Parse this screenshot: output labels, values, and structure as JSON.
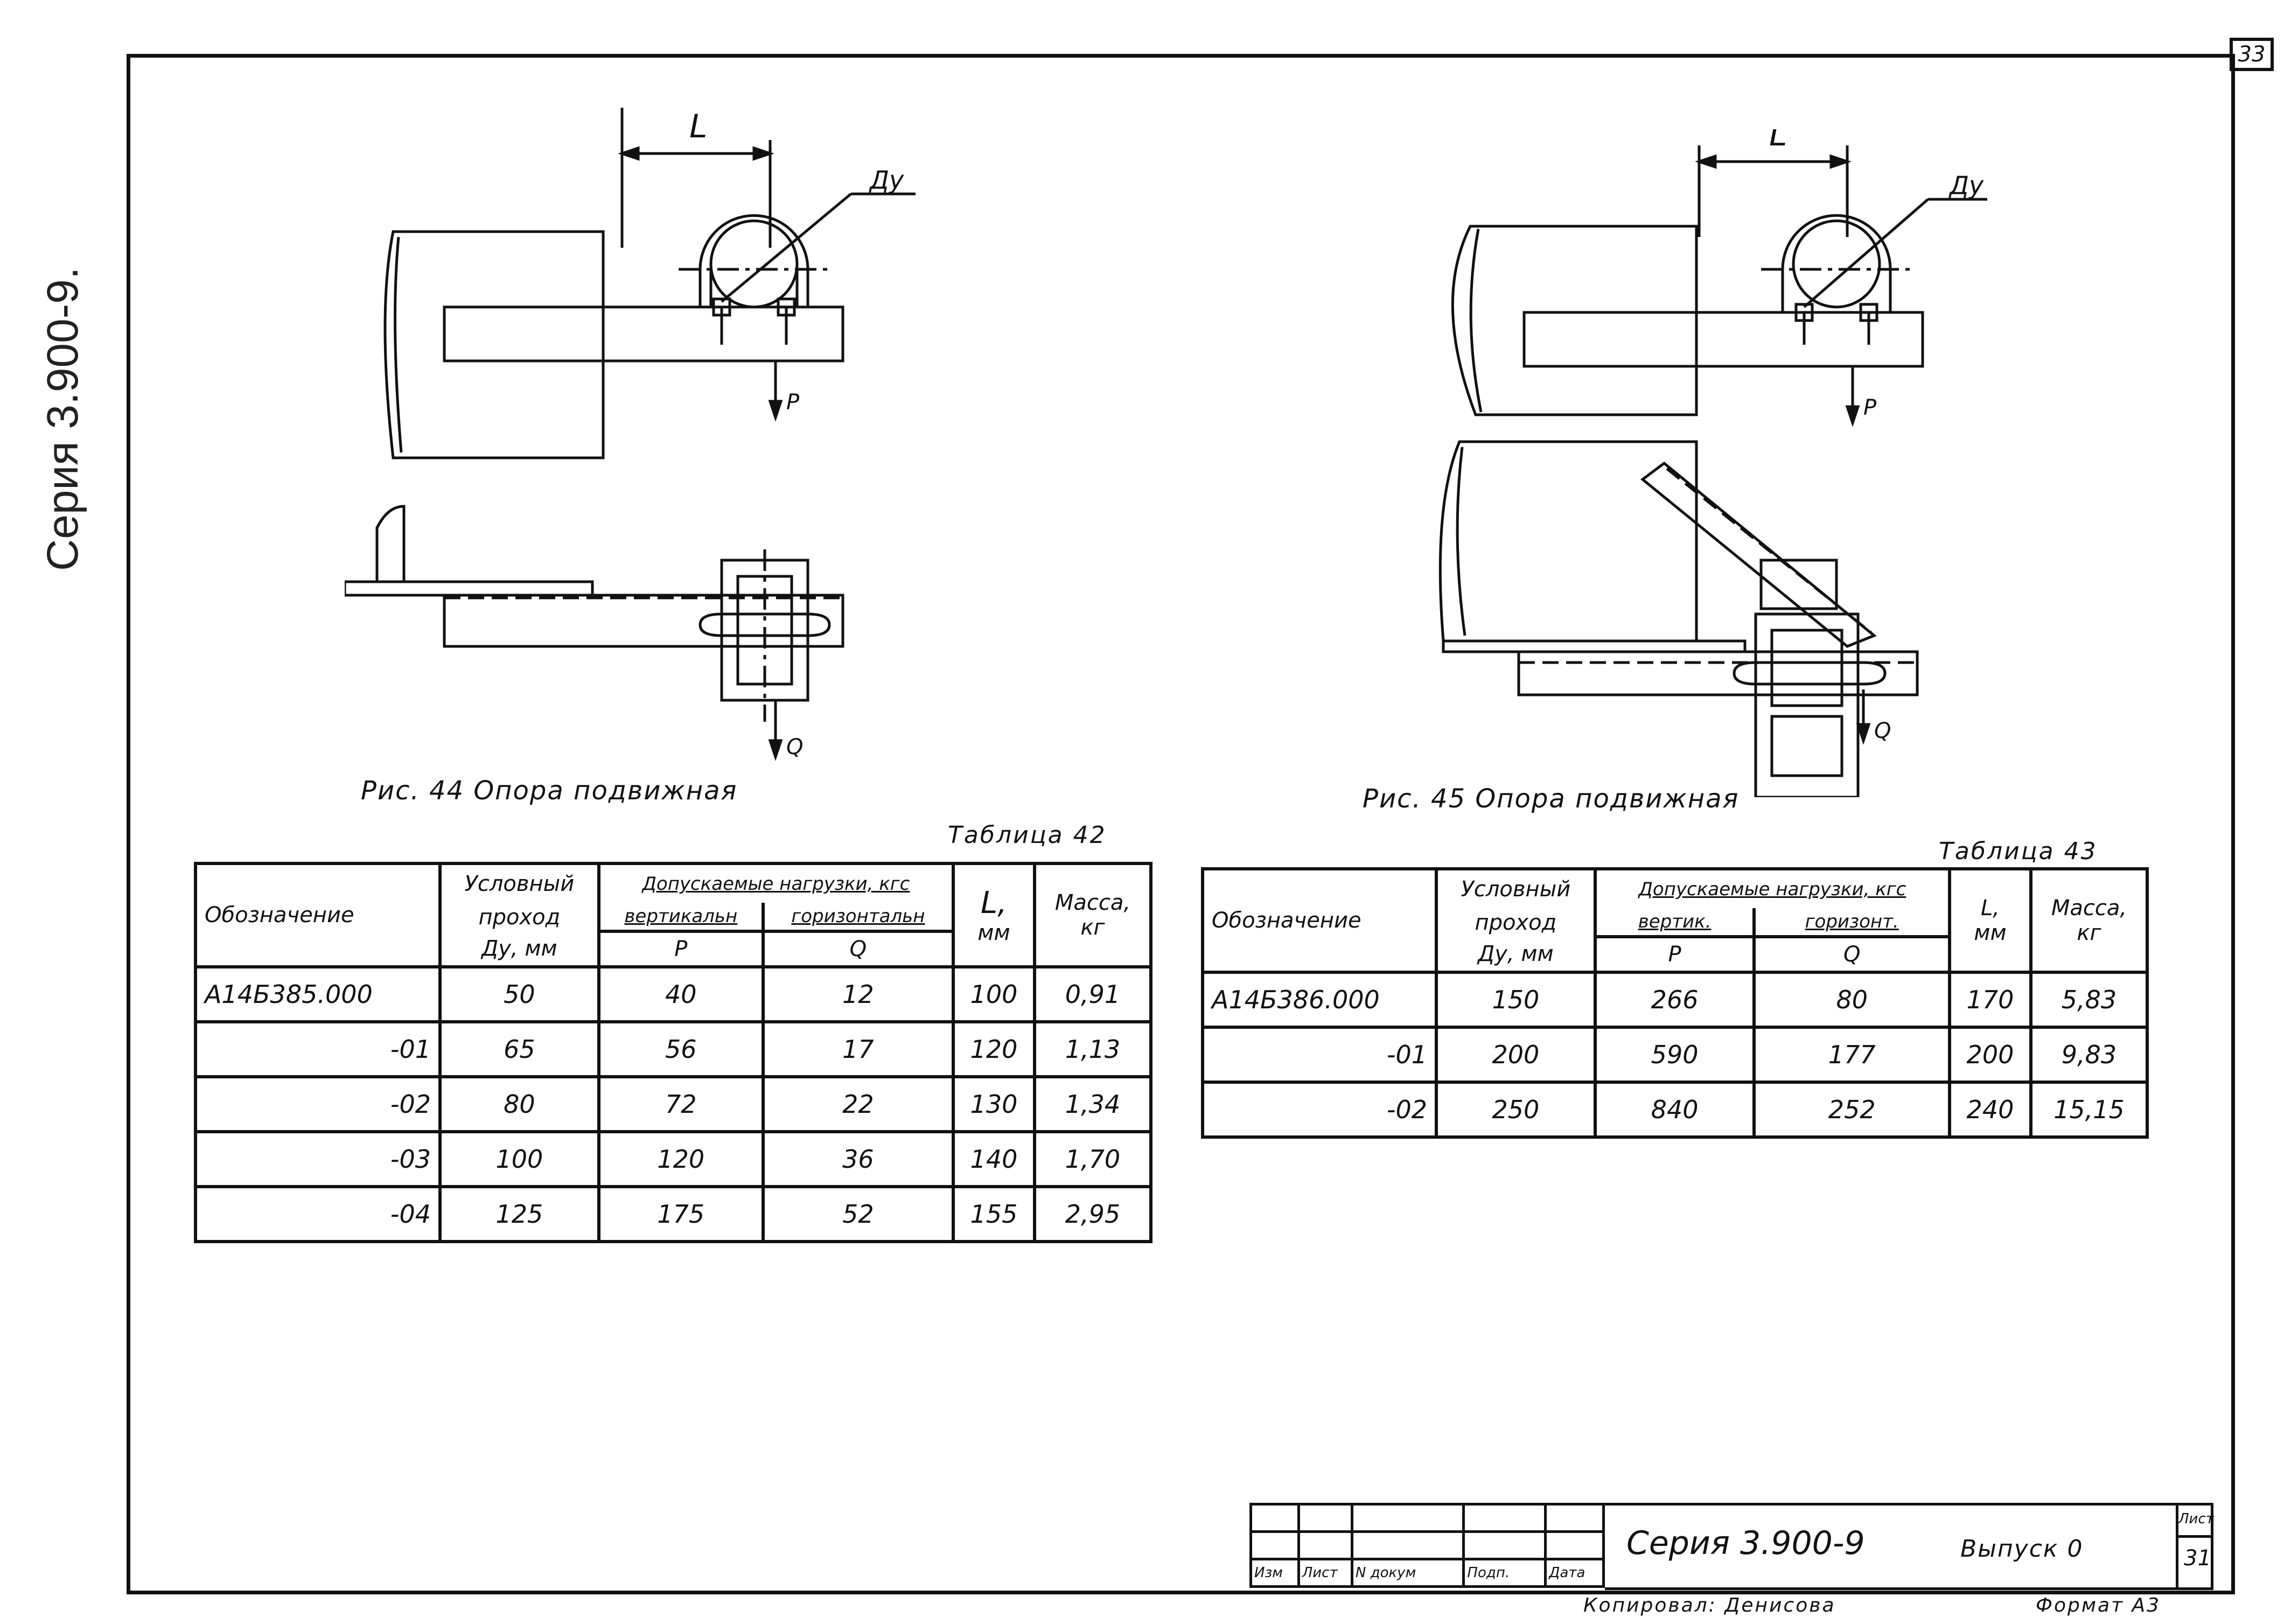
{
  "sheet_number": "33",
  "side_title": "Серия 3.900-9.",
  "figures": [
    {
      "caption": "Рис. 44  Опора подвижная",
      "dim_label": "L",
      "pipe_label": "Ду",
      "load_vertical": "P",
      "load_horizontal": "Q"
    },
    {
      "caption": "Рис. 45  Опора подвижная",
      "dim_label": "L",
      "pipe_label": "Ду",
      "load_vertical": "P",
      "load_horizontal": "Q"
    }
  ],
  "table42": {
    "label": "Таблица 42",
    "headers": {
      "designation": "Обозначение",
      "nominal_bore": [
        "Условный",
        "проход",
        "Ду, мм"
      ],
      "loads": "Допускаемые нагрузки, кгс",
      "vertical": "вертикальн",
      "horizontal": "горизонтальн",
      "p": "P",
      "q": "Q",
      "length": [
        "L,",
        "мм"
      ],
      "mass": [
        "Масса,",
        "кг"
      ]
    },
    "rows": [
      {
        "designation": "А14Б385.000",
        "du": "50",
        "p": "40",
        "q": "12",
        "l": "100",
        "mass": "0,91"
      },
      {
        "designation": "-01",
        "du": "65",
        "p": "56",
        "q": "17",
        "l": "120",
        "mass": "1,13"
      },
      {
        "designation": "-02",
        "du": "80",
        "p": "72",
        "q": "22",
        "l": "130",
        "mass": "1,34"
      },
      {
        "designation": "-03",
        "du": "100",
        "p": "120",
        "q": "36",
        "l": "140",
        "mass": "1,70"
      },
      {
        "designation": "-04",
        "du": "125",
        "p": "175",
        "q": "52",
        "l": "155",
        "mass": "2,95"
      }
    ]
  },
  "table43": {
    "label": "Таблица 43",
    "headers": {
      "designation": "Обозначение",
      "nominal_bore": [
        "Условный",
        "проход",
        "Ду, мм"
      ],
      "loads": "Допускаемые нагрузки, кгс",
      "vertical": "вертик.",
      "horizontal": "горизонт.",
      "p": "P",
      "q": "Q",
      "length": [
        "L,",
        "мм"
      ],
      "mass": [
        "Масса,",
        "кг"
      ]
    },
    "rows": [
      {
        "designation": "А14Б386.000",
        "du": "150",
        "p": "266",
        "q": "80",
        "l": "170",
        "mass": "5,83"
      },
      {
        "designation": "-01",
        "du": "200",
        "p": "590",
        "q": "177",
        "l": "200",
        "mass": "9,83"
      },
      {
        "designation": "-02",
        "du": "250",
        "p": "840",
        "q": "252",
        "l": "240",
        "mass": "15,15"
      }
    ]
  },
  "title_block": {
    "columns": [
      "Изм",
      "Лист",
      "N докум",
      "Подп.",
      "Дата"
    ],
    "series": "Серия 3.900-9",
    "issue": "Выпуск 0",
    "sheet_label": "Лист",
    "sheet_value": "31",
    "copied_by": "Копировал: Денисова",
    "format": "Формат А3"
  }
}
